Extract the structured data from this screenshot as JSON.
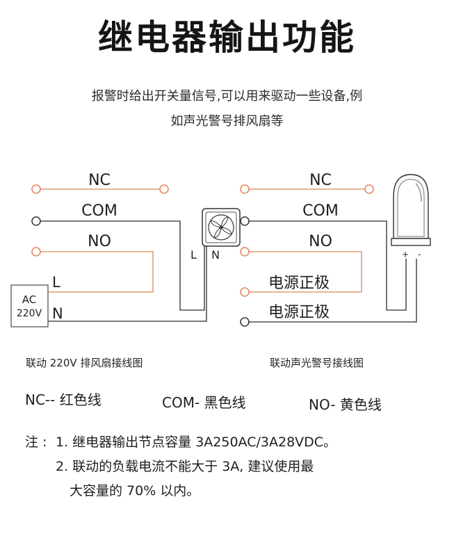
{
  "header": {
    "title": "继电器输出功能",
    "subtitle_line1": "报警时给出开关量信号,可以用来驱动一些设备,例",
    "subtitle_line2": "如声光警号排风扇等"
  },
  "left_diagram": {
    "nc": "NC",
    "com": "COM",
    "no": "NO",
    "l": "L",
    "n": "N",
    "ac_line1": "AC",
    "ac_line2": "220V",
    "fan_l": "L",
    "fan_n": "N",
    "caption": "联动 220V 排风扇接线图"
  },
  "right_diagram": {
    "nc": "NC",
    "com": "COM",
    "no": "NO",
    "power1": "电源正极",
    "power2": "电源正极",
    "plus": "+",
    "minus": "-",
    "caption": "联动声光警号接线图"
  },
  "legend": {
    "nc": "NC-- 红色线",
    "com": "COM- 黑色线",
    "no": "NO- 黄色线"
  },
  "notes": {
    "prefix": "注 :",
    "item1": "1. 继电器输出节点容量 3A250AC/3A28VDC。",
    "item2_line1": "2. 联动的负载电流不能大于 3A, 建议使用最",
    "item2_line2": "大容量的 70% 以内。"
  },
  "colors": {
    "wire": "#2b2b2b",
    "orange_terminal": "#e2835a",
    "black_terminal": "#333333"
  }
}
